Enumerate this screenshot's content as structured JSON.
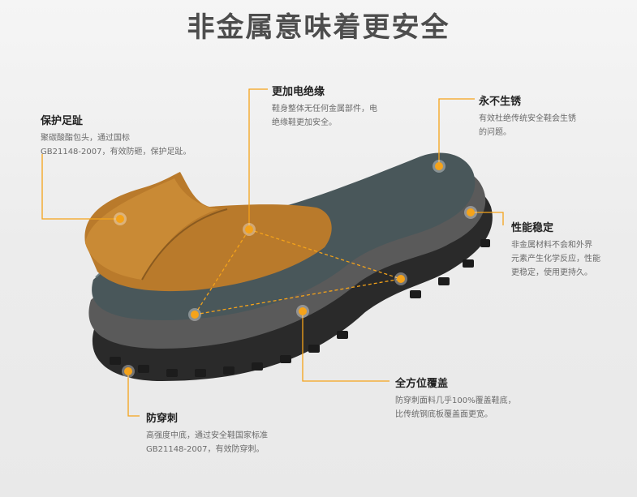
{
  "title": "非金属意味着更安全",
  "colors": {
    "accent": "#f5a31a",
    "line": "#f5a31a",
    "title": "#4d4d4d"
  },
  "features": {
    "toe": {
      "title": "保护足趾",
      "desc_1": "聚碳酸酯包头，通过国标",
      "desc_2": "GB21148-2007，有效防砸，保护足趾。"
    },
    "insulation": {
      "title": "更加电绝缘",
      "desc_1": "鞋身整体无任何金属部件，电",
      "desc_2": "绝缘鞋更加安全。"
    },
    "rust": {
      "title": "永不生锈",
      "desc_1": "有效杜绝传统安全鞋会生锈",
      "desc_2": "的问题。"
    },
    "stable": {
      "title": "性能稳定",
      "desc_1": "非金属材料不会和外界",
      "desc_2": "元素产生化学反应，性能",
      "desc_3": "更稳定，使用更持久。"
    },
    "coverage": {
      "title": "全方位覆盖",
      "desc_1": "防穿刺面料几乎100%覆盖鞋底，",
      "desc_2": "比传统钢底板覆盖面更宽。"
    },
    "puncture": {
      "title": "防穿刺",
      "desc_1": "高强度中底，通过安全鞋国家标准",
      "desc_2": "GB21148-2007，有效防穿刺。"
    }
  }
}
